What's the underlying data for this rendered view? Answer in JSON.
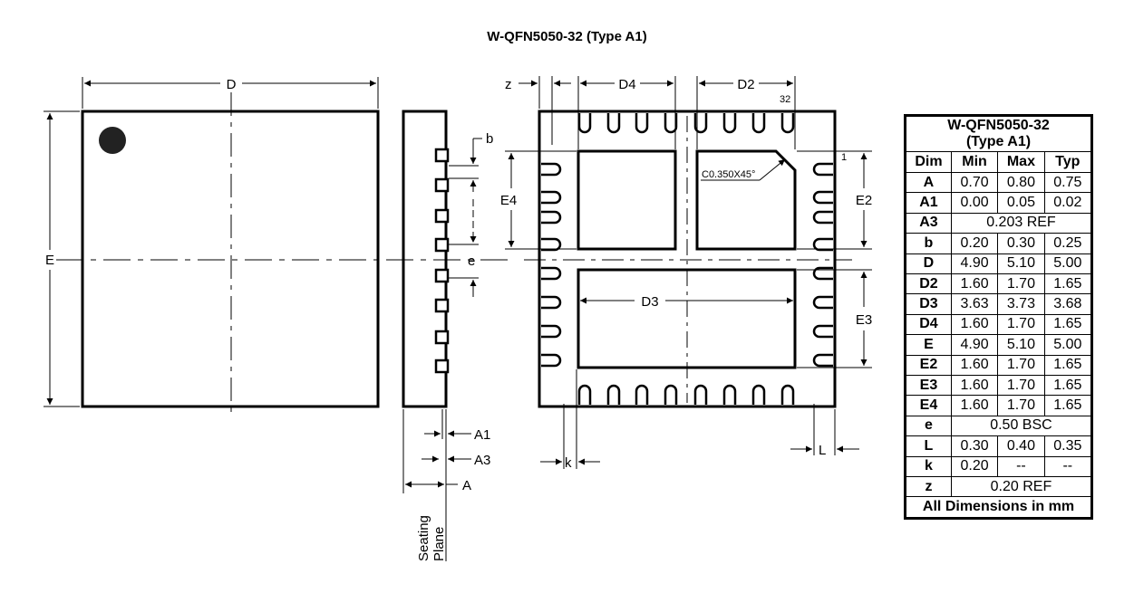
{
  "title": "W-QFN5050-32 (Type A1)",
  "labels": {
    "D": "D",
    "E": "E",
    "b": "b",
    "e": "e",
    "A1": "A1",
    "A3": "A3",
    "A": "A",
    "seating": "Seating",
    "plane": "Plane",
    "z": "z",
    "D4": "D4",
    "D2": "D2",
    "pin32": "32",
    "pin1": "1",
    "E4": "E4",
    "E2": "E2",
    "E3": "E3",
    "D3": "D3",
    "chamfer": "C0.350X45°",
    "k": "k",
    "L": "L"
  },
  "table": {
    "title_line1": "W-QFN5050-32",
    "title_line2": "(Type A1)",
    "headers": [
      "Dim",
      "Min",
      "Max",
      "Typ"
    ],
    "rows": [
      {
        "dim": "A",
        "cells": [
          "0.70",
          "0.80",
          "0.75"
        ]
      },
      {
        "dim": "A1",
        "cells": [
          "0.00",
          "0.05",
          "0.02"
        ]
      },
      {
        "dim": "A3",
        "span": "0.203 REF"
      },
      {
        "dim": "b",
        "cells": [
          "0.20",
          "0.30",
          "0.25"
        ]
      },
      {
        "dim": "D",
        "cells": [
          "4.90",
          "5.10",
          "5.00"
        ]
      },
      {
        "dim": "D2",
        "cells": [
          "1.60",
          "1.70",
          "1.65"
        ]
      },
      {
        "dim": "D3",
        "cells": [
          "3.63",
          "3.73",
          "3.68"
        ]
      },
      {
        "dim": "D4",
        "cells": [
          "1.60",
          "1.70",
          "1.65"
        ]
      },
      {
        "dim": "E",
        "cells": [
          "4.90",
          "5.10",
          "5.00"
        ]
      },
      {
        "dim": "E2",
        "cells": [
          "1.60",
          "1.70",
          "1.65"
        ]
      },
      {
        "dim": "E3",
        "cells": [
          "1.60",
          "1.70",
          "1.65"
        ]
      },
      {
        "dim": "E4",
        "cells": [
          "1.60",
          "1.70",
          "1.65"
        ]
      },
      {
        "dim": "e",
        "span": "0.50 BSC"
      },
      {
        "dim": "L",
        "cells": [
          "0.30",
          "0.40",
          "0.35"
        ]
      },
      {
        "dim": "k",
        "cells": [
          "0.20",
          "--",
          "--"
        ]
      },
      {
        "dim": "z",
        "span": "0.20 REF"
      }
    ],
    "footer": "All Dimensions in mm"
  }
}
